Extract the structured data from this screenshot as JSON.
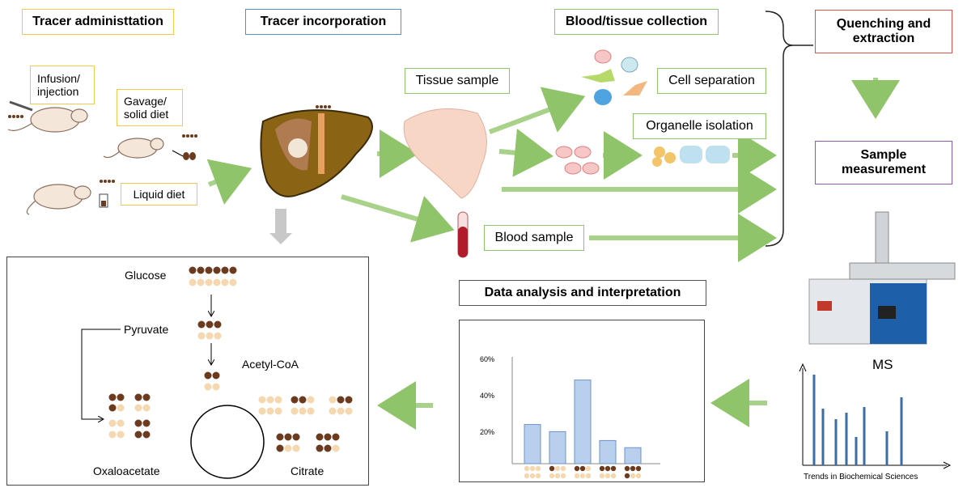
{
  "stages": {
    "tracer_admin": "Tracer administtation",
    "tracer_incorp": "Tracer incorporation",
    "blood_tissue": "Blood/tissue collection",
    "quenching_line1": "Quenching and",
    "quenching_line2": "extraction",
    "sample_line1": "Sample",
    "sample_line2": "measurement",
    "data_analysis": "Data analysis and interpretation"
  },
  "routes": {
    "infusion_line1": "Infusion/",
    "infusion_line2": "injection",
    "gavage_line1": "Gavage/",
    "gavage_line2": "solid diet",
    "liquid": "Liquid diet"
  },
  "samples": {
    "tissue": "Tissue sample",
    "cell": "Cell separation",
    "organelle": "Organelle isolation",
    "blood": "Blood sample"
  },
  "pathway": {
    "glucose": "Glucose",
    "pyruvate": "Pyruvate",
    "acetyl": "Acetyl-CoA",
    "oxaloacetate": "Oxaloacetate",
    "citrate": "Citrate"
  },
  "instrument": "MS",
  "watermark": "Trends in Biochemical Sciences",
  "chart": {
    "ticks": [
      "60%",
      "40%",
      "20%"
    ],
    "values": [
      0.22,
      0.18,
      0.47,
      0.13,
      0.09
    ],
    "bar_color": "#b8d0ee"
  },
  "colors": {
    "arrow_green": "#8fc46a",
    "dark_dot": "#6b3a1f",
    "light_dot": "#f5d7b0"
  }
}
